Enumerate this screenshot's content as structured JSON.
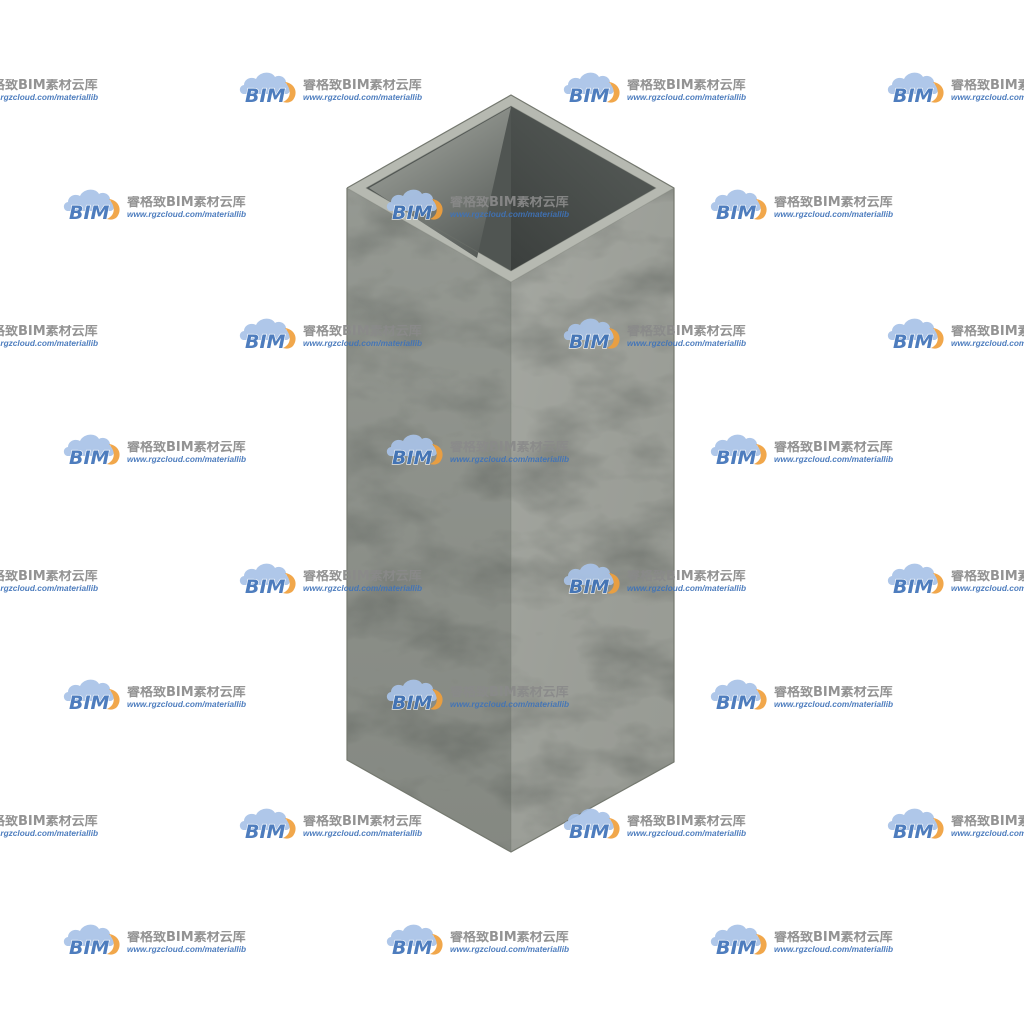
{
  "watermark": {
    "logo_text": "BIM",
    "title": "睿格致BIM素材云库",
    "url": "www.rgzcloud.com/materiallib"
  },
  "icons": {
    "logo": "bim-cloud-logo-icon"
  },
  "colors": {
    "background": "#ffffff",
    "left_face": "#8d918a",
    "right_face": "#9ea19a",
    "rim": "#b6b9b1",
    "edge": "#74786f",
    "inner_light": "#8e928c",
    "inner_mid": "#505552",
    "inner_dark": "#3b3f3d",
    "logo_blue": "#3f73b9",
    "logo_cloud": "#a9c3e8",
    "logo_orange": "#f0a03c",
    "watermark_gray": "#8a8a8a"
  }
}
